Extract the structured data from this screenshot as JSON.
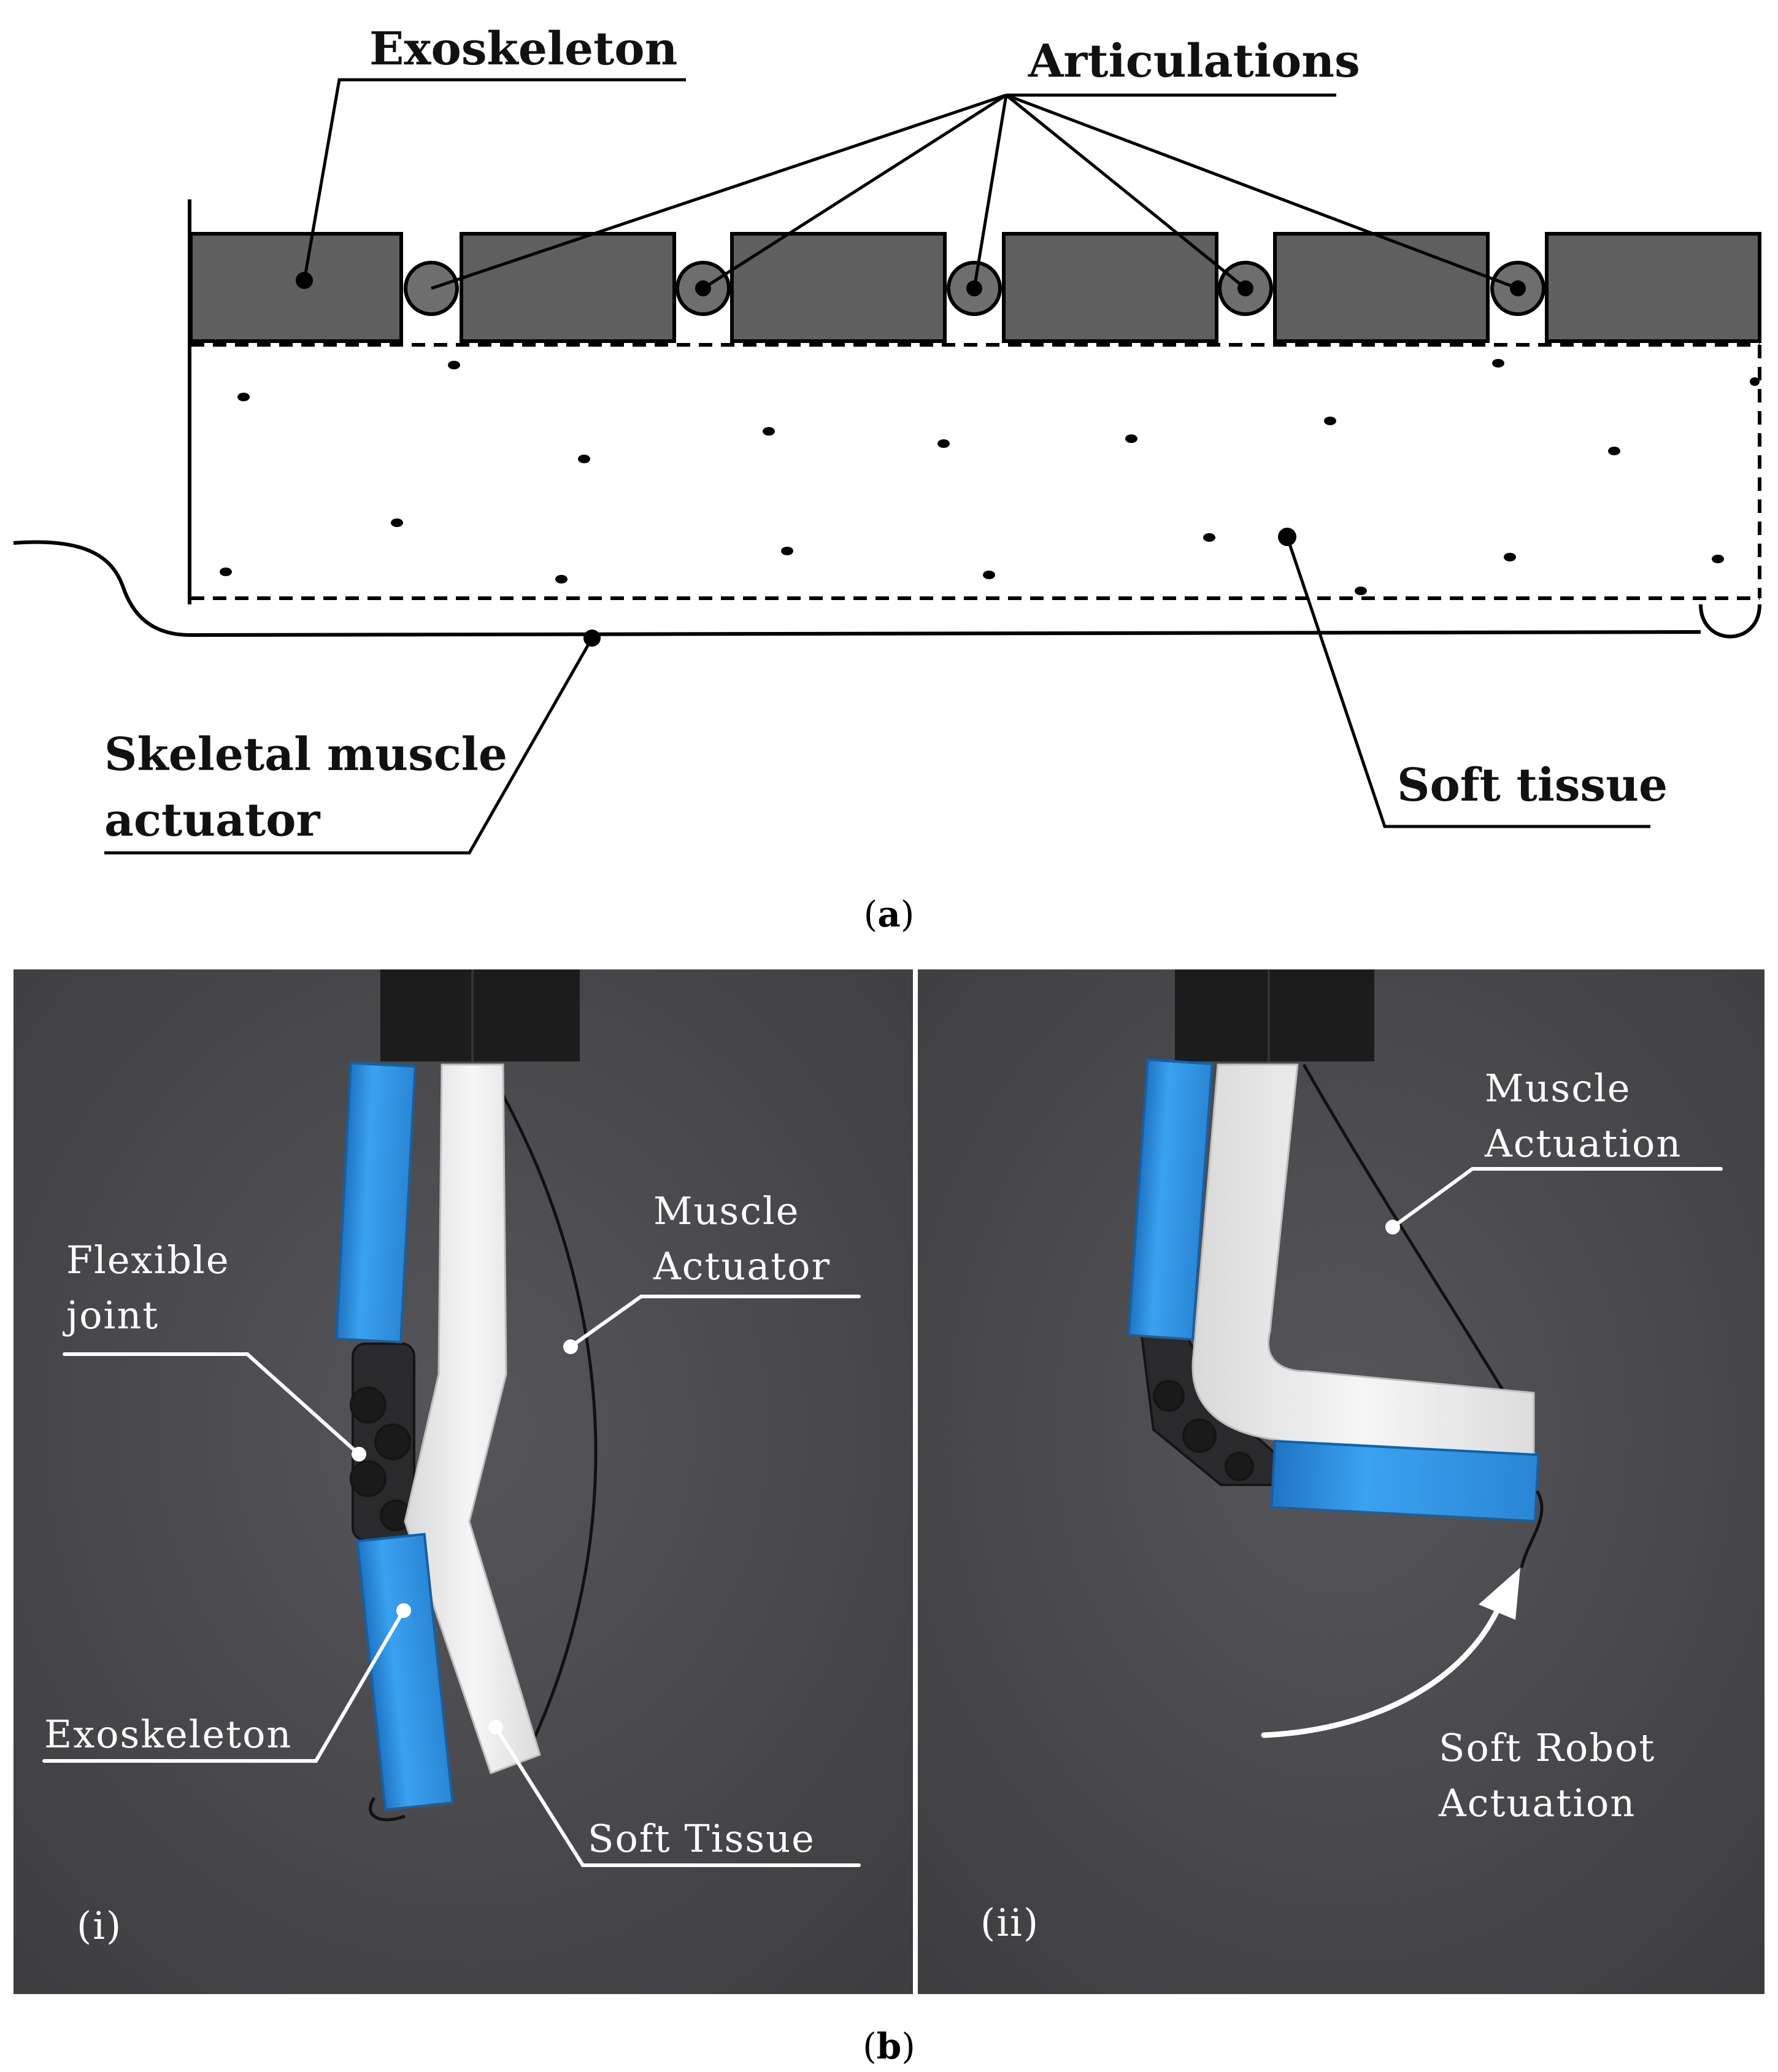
{
  "panel_a": {
    "labels": {
      "exoskeleton": "Exoskeleton",
      "articulations": "Articulations",
      "skeletal_line1": "Skeletal muscle",
      "skeletal_line2": "actuator",
      "soft_tissue": "Soft tissue"
    },
    "caption_letter": "a",
    "colors": {
      "exoskeleton_fill": "#5f5f5f",
      "joint_fill": "#6e6e6e",
      "outline": "#000000"
    }
  },
  "panel_b": {
    "photo_i": {
      "flexible_joint_line1": "Flexible",
      "flexible_joint_line2": "joint",
      "muscle_actuator_line1": "Muscle",
      "muscle_actuator_line2": "Actuator",
      "exoskeleton": "Exoskeleton",
      "soft_tissue": "Soft Tissue",
      "tag": "(i)"
    },
    "photo_ii": {
      "muscle_actuation_line1": "Muscle",
      "muscle_actuation_line2": "Actuation",
      "soft_robot_line1": "Soft Robot",
      "soft_robot_line2": "Actuation",
      "tag": "(ii)"
    },
    "caption_letter": "b",
    "colors": {
      "background": "#4a4a4c",
      "exoskeleton_blue": "#2f8fe0",
      "foam": "#ececec",
      "strap": "#1c1c1c"
    }
  }
}
